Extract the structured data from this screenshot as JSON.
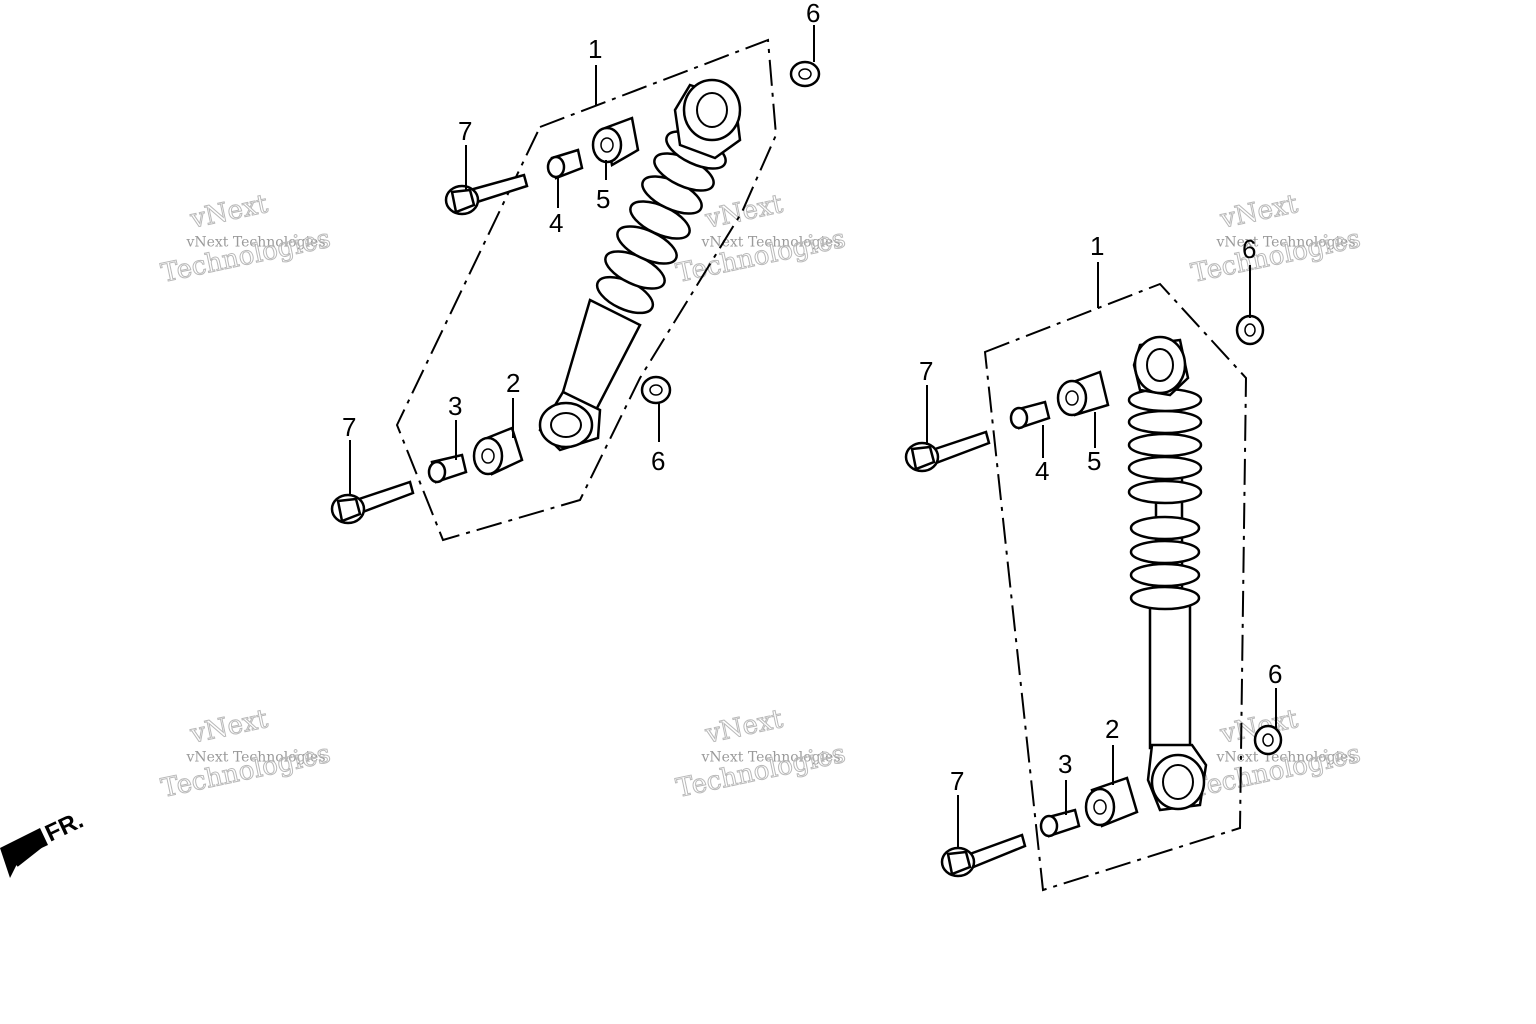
{
  "watermark": {
    "line1": "vNext",
    "line2": "vNext Technologies",
    "line3": "Technologies"
  },
  "direction_label": "FR.",
  "left_assembly": {
    "callouts": [
      {
        "id": "1",
        "label": "1"
      },
      {
        "id": "2",
        "label": "2"
      },
      {
        "id": "3",
        "label": "3"
      },
      {
        "id": "4",
        "label": "4"
      },
      {
        "id": "5",
        "label": "5"
      },
      {
        "id": "6-top",
        "label": "6"
      },
      {
        "id": "6-bottom",
        "label": "6"
      },
      {
        "id": "7-top",
        "label": "7"
      },
      {
        "id": "7-bottom",
        "label": "7"
      }
    ]
  },
  "right_assembly": {
    "callouts": [
      {
        "id": "1",
        "label": "1"
      },
      {
        "id": "2",
        "label": "2"
      },
      {
        "id": "3",
        "label": "3"
      },
      {
        "id": "4",
        "label": "4"
      },
      {
        "id": "5",
        "label": "5"
      },
      {
        "id": "6-top",
        "label": "6"
      },
      {
        "id": "6-bottom",
        "label": "6"
      },
      {
        "id": "7-top",
        "label": "7"
      },
      {
        "id": "7-bottom",
        "label": "7"
      }
    ]
  },
  "parts": {
    "shock_absorber": "shock-absorber-icon",
    "collar": "collar-icon",
    "bushing": "bushing-icon",
    "nut": "flange-nut-icon",
    "bolt": "flange-bolt-icon",
    "arrow": "front-arrow-icon"
  }
}
